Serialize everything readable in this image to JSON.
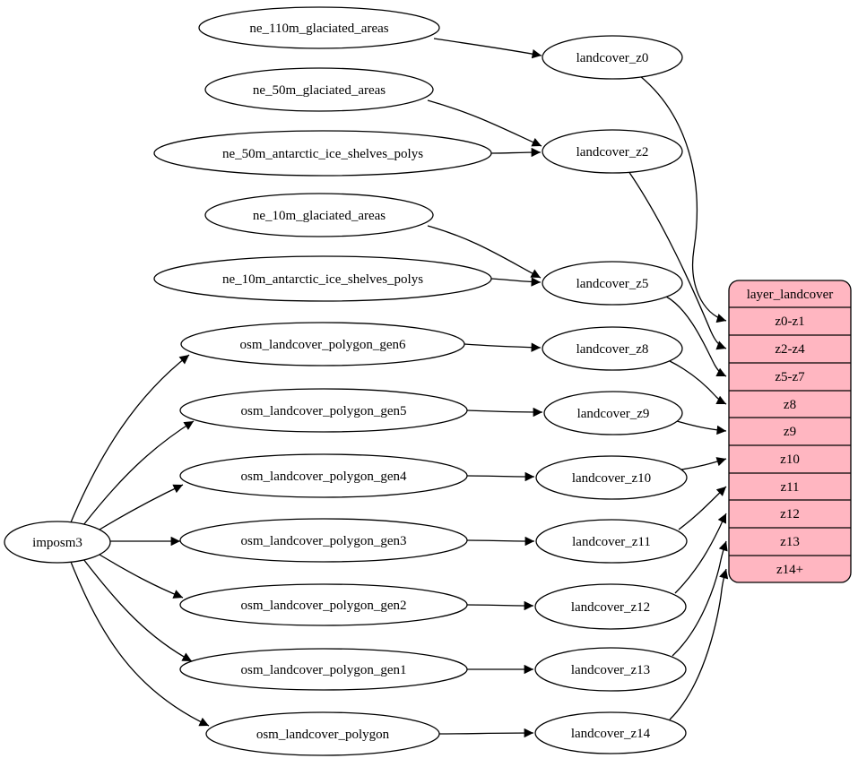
{
  "diagram": {
    "kind": "dependency-graph",
    "background": "#ffffff",
    "node_fill": "#ffffff",
    "stroke_color": "#000000",
    "text_color": "#000000"
  },
  "nodes": {
    "imposm3": "imposm3",
    "ne_110m_glaciated_areas": "ne_110m_glaciated_areas",
    "ne_50m_glaciated_areas": "ne_50m_glaciated_areas",
    "ne_50m_antarctic_ice_shelves_polys": "ne_50m_antarctic_ice_shelves_polys",
    "ne_10m_glaciated_areas": "ne_10m_glaciated_areas",
    "ne_10m_antarctic_ice_shelves_polys": "ne_10m_antarctic_ice_shelves_polys",
    "osm_landcover_polygon_gen6": "osm_landcover_polygon_gen6",
    "osm_landcover_polygon_gen5": "osm_landcover_polygon_gen5",
    "osm_landcover_polygon_gen4": "osm_landcover_polygon_gen4",
    "osm_landcover_polygon_gen3": "osm_landcover_polygon_gen3",
    "osm_landcover_polygon_gen2": "osm_landcover_polygon_gen2",
    "osm_landcover_polygon_gen1": "osm_landcover_polygon_gen1",
    "osm_landcover_polygon": "osm_landcover_polygon",
    "landcover_z0": "landcover_z0",
    "landcover_z2": "landcover_z2",
    "landcover_z5": "landcover_z5",
    "landcover_z8": "landcover_z8",
    "landcover_z9": "landcover_z9",
    "landcover_z10": "landcover_z10",
    "landcover_z11": "landcover_z11",
    "landcover_z12": "landcover_z12",
    "landcover_z13": "landcover_z13",
    "landcover_z14": "landcover_z14"
  },
  "table": {
    "title": "layer_landcover",
    "fill": "#ffb6c1",
    "rows": [
      "z0-z1",
      "z2-z4",
      "z5-z7",
      "z8",
      "z9",
      "z10",
      "z11",
      "z12",
      "z13",
      "z14+"
    ]
  },
  "edges": [
    {
      "from": "ne_110m_glaciated_areas",
      "to": "landcover_z0"
    },
    {
      "from": "ne_50m_glaciated_areas",
      "to": "landcover_z2"
    },
    {
      "from": "ne_50m_antarctic_ice_shelves_polys",
      "to": "landcover_z2"
    },
    {
      "from": "ne_10m_glaciated_areas",
      "to": "landcover_z5"
    },
    {
      "from": "ne_10m_antarctic_ice_shelves_polys",
      "to": "landcover_z5"
    },
    {
      "from": "imposm3",
      "to": "osm_landcover_polygon_gen6"
    },
    {
      "from": "imposm3",
      "to": "osm_landcover_polygon_gen5"
    },
    {
      "from": "imposm3",
      "to": "osm_landcover_polygon_gen4"
    },
    {
      "from": "imposm3",
      "to": "osm_landcover_polygon_gen3"
    },
    {
      "from": "imposm3",
      "to": "osm_landcover_polygon_gen2"
    },
    {
      "from": "imposm3",
      "to": "osm_landcover_polygon_gen1"
    },
    {
      "from": "imposm3",
      "to": "osm_landcover_polygon"
    },
    {
      "from": "osm_landcover_polygon_gen6",
      "to": "landcover_z8"
    },
    {
      "from": "osm_landcover_polygon_gen5",
      "to": "landcover_z9"
    },
    {
      "from": "osm_landcover_polygon_gen4",
      "to": "landcover_z10"
    },
    {
      "from": "osm_landcover_polygon_gen3",
      "to": "landcover_z11"
    },
    {
      "from": "osm_landcover_polygon_gen2",
      "to": "landcover_z12"
    },
    {
      "from": "osm_landcover_polygon_gen1",
      "to": "landcover_z13"
    },
    {
      "from": "osm_landcover_polygon",
      "to": "landcover_z14"
    },
    {
      "from": "landcover_z0",
      "to": "layer_landcover:z0-z1"
    },
    {
      "from": "landcover_z2",
      "to": "layer_landcover:z2-z4"
    },
    {
      "from": "landcover_z5",
      "to": "layer_landcover:z5-z7"
    },
    {
      "from": "landcover_z8",
      "to": "layer_landcover:z8"
    },
    {
      "from": "landcover_z9",
      "to": "layer_landcover:z9"
    },
    {
      "from": "landcover_z10",
      "to": "layer_landcover:z10"
    },
    {
      "from": "landcover_z11",
      "to": "layer_landcover:z11"
    },
    {
      "from": "landcover_z12",
      "to": "layer_landcover:z12"
    },
    {
      "from": "landcover_z13",
      "to": "layer_landcover:z13"
    },
    {
      "from": "landcover_z14",
      "to": "layer_landcover:z14+"
    }
  ]
}
